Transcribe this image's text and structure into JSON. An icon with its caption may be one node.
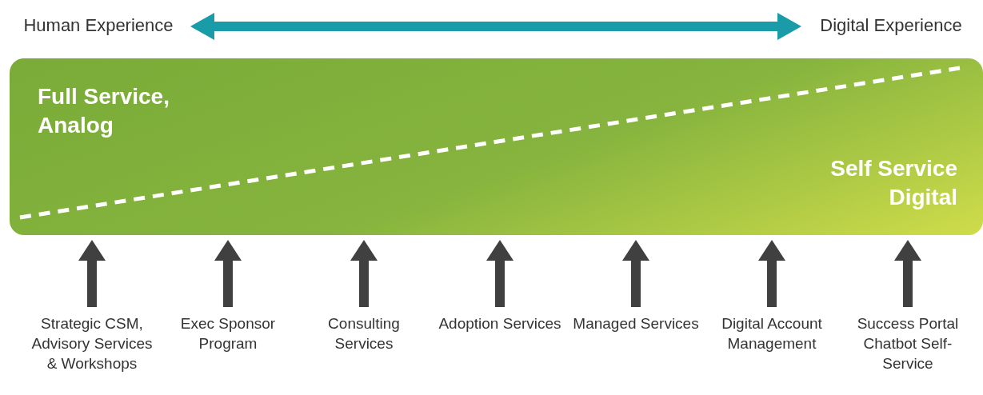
{
  "diagram": {
    "nodes": [
      {
        "text": [
          "Human Experience"
        ]
      },
      {
        "text": [
          "Digital Experience"
        ]
      },
      {
        "text": [
          "Full Service, Analog",
          "Self Service Digital"
        ]
      },
      {
        "text": [
          "Strategic CSM, Advisory Services & Workshops"
        ]
      },
      {
        "text": [
          "Exec Sponsor Program"
        ]
      },
      {
        "text": [
          "Consulting Services"
        ]
      },
      {
        "text": [
          "Adoption Services"
        ]
      },
      {
        "text": [
          "Managed Services"
        ]
      },
      {
        "text": [
          "Digital Account Management"
        ]
      },
      {
        "text": [
          "Success Portal Chatbot Self-Service"
        ]
      }
    ],
    "edges": [
      {
        "from": 0,
        "to": 1,
        "arrow": "both",
        "color": "#1a9ba8"
      },
      {
        "from": 3,
        "to": 2,
        "arrow": "to"
      },
      {
        "from": 4,
        "to": 2,
        "arrow": "to"
      },
      {
        "from": 5,
        "to": 2,
        "arrow": "to"
      },
      {
        "from": 6,
        "to": 2,
        "arrow": "to"
      },
      {
        "from": 7,
        "to": 2,
        "arrow": "to"
      },
      {
        "from": 8,
        "to": 2,
        "arrow": "to"
      },
      {
        "from": 9,
        "to": 2,
        "arrow": "to"
      }
    ]
  }
}
